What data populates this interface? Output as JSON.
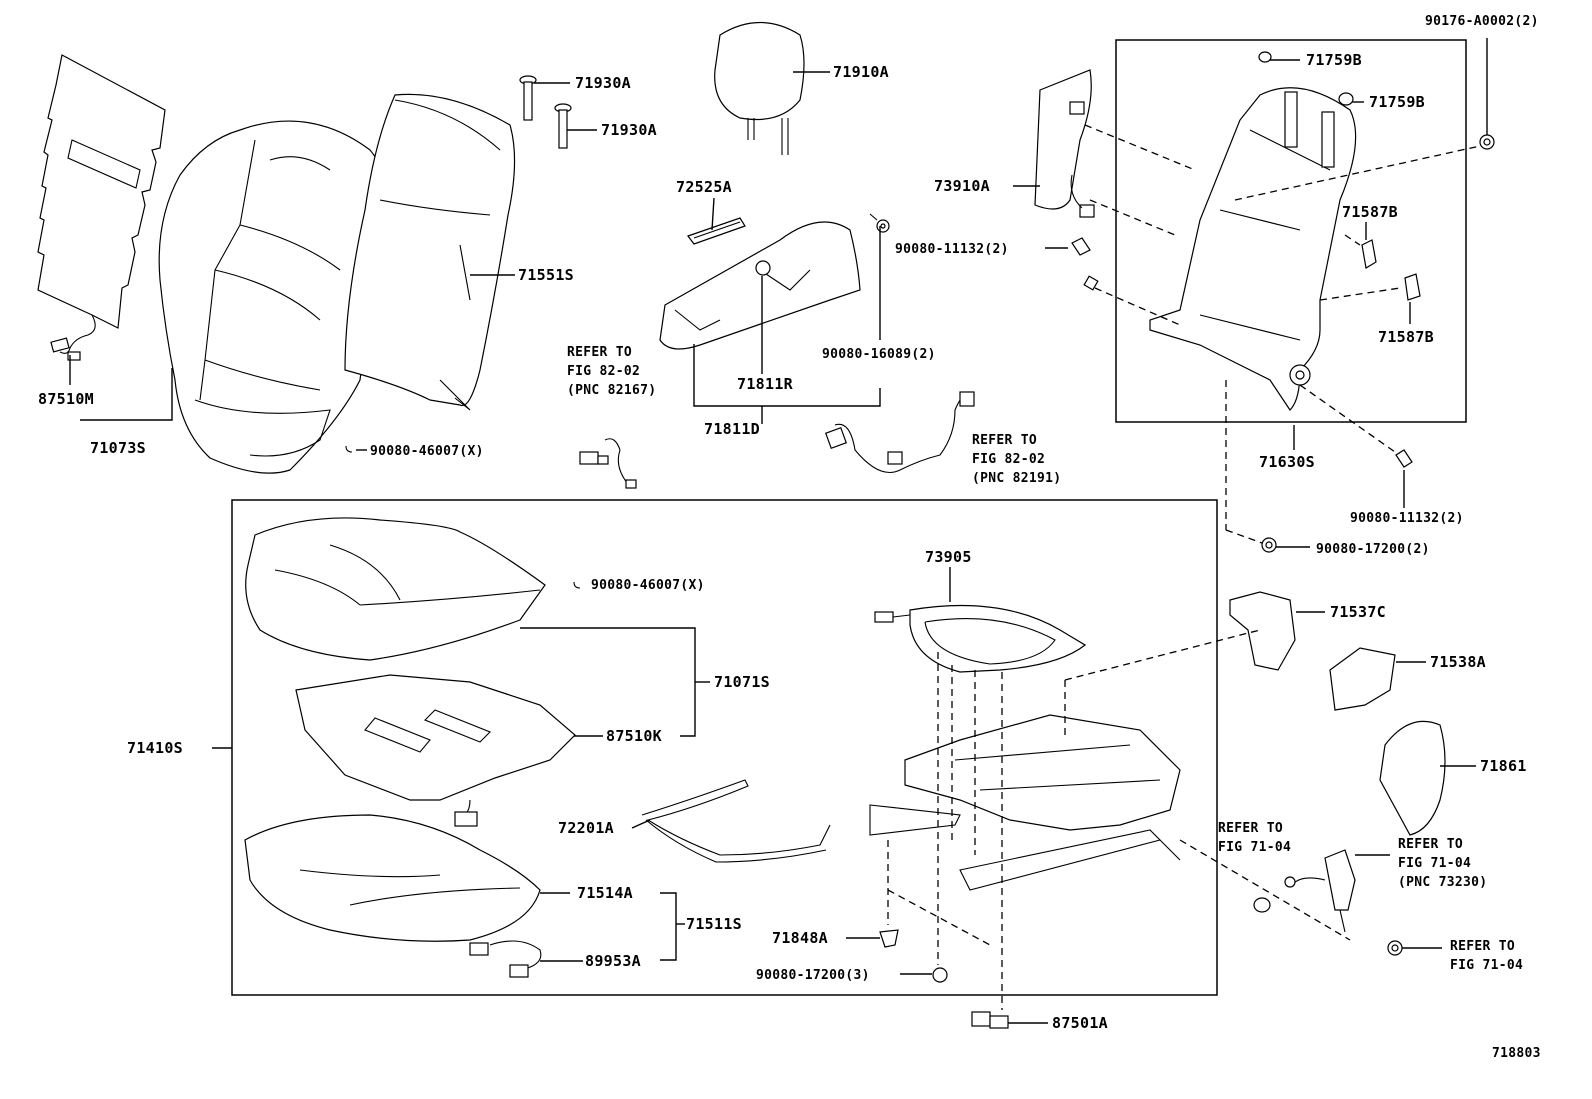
{
  "diagram_id": "718803",
  "labels": {
    "p87510M": "87510M",
    "p71073S": "71073S",
    "p71930A_1": "71930A",
    "p71930A_2": "71930A",
    "p71910A": "71910A",
    "p71551S": "71551S",
    "p90080_46007_top": "90080-46007(X)",
    "p72525A": "72525A",
    "p73910A": "73910A",
    "p90080_11132_a": "90080-11132(2)",
    "p90080_16089": "90080-16089(2)",
    "p71811R": "71811R",
    "p71811D": "71811D",
    "p90176": "90176-A0002(2)",
    "p71759B_1": "71759B",
    "p71759B_2": "71759B",
    "p71587B_1": "71587B",
    "p71587B_2": "71587B",
    "p71630S": "71630S",
    "p90080_11132_b": "90080-11132(2)",
    "p90080_17200_a": "90080-17200(2)",
    "p71537C": "71537C",
    "p71538A": "71538A",
    "p71861": "71861",
    "p73905": "73905",
    "p90080_46007_bot": "90080-46007(X)",
    "p71071S": "71071S",
    "p87510K": "87510K",
    "p71410S": "71410S",
    "p72201A": "72201A",
    "p71514A": "71514A",
    "p71511S": "71511S",
    "p89953A": "89953A",
    "p71848A": "71848A",
    "p90080_17200_b": "90080-17200(3)",
    "p87501A": "87501A"
  },
  "references": {
    "ref1": {
      "line1": "REFER TO",
      "line2": "FIG 82-02",
      "line3": "(PNC 82167)"
    },
    "ref2": {
      "line1": "REFER TO",
      "line2": "FIG 82-02",
      "line3": "(PNC 82191)"
    },
    "ref3": {
      "line1": "REFER TO",
      "line2": "FIG 71-04"
    },
    "ref4": {
      "line1": "REFER TO",
      "line2": "FIG 71-04",
      "line3": "(PNC 73230)"
    },
    "ref5": {
      "line1": "REFER TO",
      "line2": "FIG 71-04"
    }
  }
}
